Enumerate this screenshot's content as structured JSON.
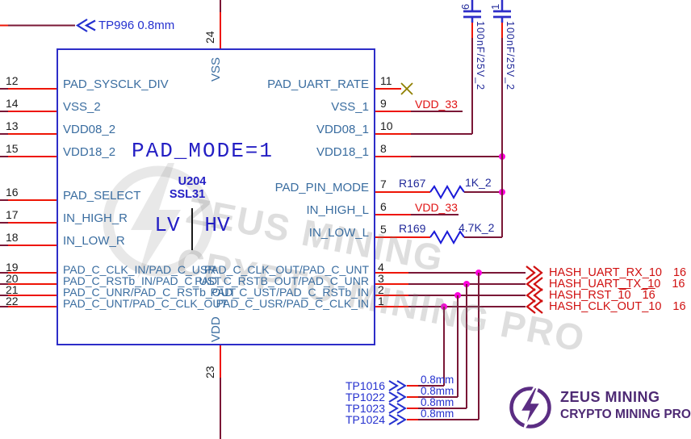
{
  "schematic": {
    "test_point_top": {
      "ref": "TP996",
      "size": "0.8mm"
    },
    "component": {
      "designator": "U204",
      "part": "SSL31",
      "mode_text": "PAD_MODE=1",
      "lv": "LV",
      "hv": "HV"
    },
    "top_pin": {
      "number": "24",
      "name": "VSS"
    },
    "bottom_pin": {
      "number": "23",
      "name": "VDD"
    },
    "left_pins": [
      {
        "number": "12",
        "name": "PAD_SYSCLK_DIV"
      },
      {
        "number": "14",
        "name": "VSS_2"
      },
      {
        "number": "13",
        "name": "VDD08_2"
      },
      {
        "number": "15",
        "name": "VDD18_2"
      },
      {
        "number": "16",
        "name": "PAD_SELECT"
      },
      {
        "number": "17",
        "name": "IN_HIGH_R"
      },
      {
        "number": "18",
        "name": "IN_LOW_R"
      },
      {
        "number": "19",
        "name": "PAD_C_CLK_IN/PAD_C_USR"
      },
      {
        "number": "20",
        "name": "PAD_C_RSTb_IN/PAD_C_UST"
      },
      {
        "number": "21",
        "name": "PAD_C_UNR/PAD_C_RSTb_OUT"
      },
      {
        "number": "22",
        "name": "PAD_C_UNT/PAD_C_CLK_OUT"
      }
    ],
    "right_pins": [
      {
        "number": "11",
        "name": "PAD_UART_RATE",
        "no_connect": true
      },
      {
        "number": "9",
        "name": "VSS_1",
        "net": "VDD_33"
      },
      {
        "number": "10",
        "name": "VDD08_1"
      },
      {
        "number": "8",
        "name": "VDD18_1"
      },
      {
        "number": "7",
        "name": "PAD_PIN_MODE",
        "resistor": {
          "ref": "R167",
          "value": "1K_2"
        }
      },
      {
        "number": "6",
        "name": "IN_HIGH_L",
        "net": "VDD_33"
      },
      {
        "number": "5",
        "name": "IN_LOW_L",
        "resistor": {
          "ref": "R169",
          "value": "4.7K_2"
        }
      },
      {
        "number": "4",
        "name": "PAD_C_CLK_OUT/PAD_C_UNT",
        "signal": "HASH_UART_RX_10",
        "sheet": "16",
        "dir": "out"
      },
      {
        "number": "3",
        "name": "PAD_C_RSTB_OUT/PAD_C_UNR",
        "signal": "HASH_UART_TX_10",
        "sheet": "16",
        "dir": "in"
      },
      {
        "number": "2",
        "name": "PAD_C_UST/PAD_C_RSTb_IN",
        "signal": "HASH_RST_10",
        "sheet": "16",
        "dir": "in",
        "overline": true
      },
      {
        "number": "1",
        "name": "PAD_C_USR/PAD_C_CLK_IN",
        "signal": "HASH_CLK_OUT_10",
        "sheet": "16",
        "dir": "in"
      }
    ],
    "capacitors": [
      {
        "value": "100nF/25V_2",
        "ref_partial": "6"
      },
      {
        "value": "100nF/25V_2",
        "ref_partial": "1"
      }
    ],
    "test_points_bottom": [
      {
        "ref": "TP1016",
        "size": "0.8mm"
      },
      {
        "ref": "TP1022",
        "size": "0.8mm"
      },
      {
        "ref": "TP1023",
        "size": "0.8mm"
      },
      {
        "ref": "TP1024",
        "size": "0.8mm"
      }
    ]
  },
  "watermark": {
    "line1": "ZEUS MINING",
    "line2": "CRYPTO MINING PRO"
  },
  "branding": {
    "line1": "ZEUS MINING",
    "line2": "CRYPTO MINING PRO"
  },
  "colors": {
    "wire_red": "#ee1505",
    "wire_dark": "#7a1736",
    "junction": "#ff00dd",
    "chip_border": "#2d2dc8",
    "pin_text": "#3a6da0",
    "component_text": "#241fc4",
    "net_label_red": "#e01212",
    "resistor_blue": "#1a1ad8",
    "value_navy": "#222a9a",
    "tp_blue": "#2430cf",
    "hash_red": "#d01010",
    "no_connect_olive": "#8f7f00",
    "logo_purple": "#5b2d83"
  }
}
